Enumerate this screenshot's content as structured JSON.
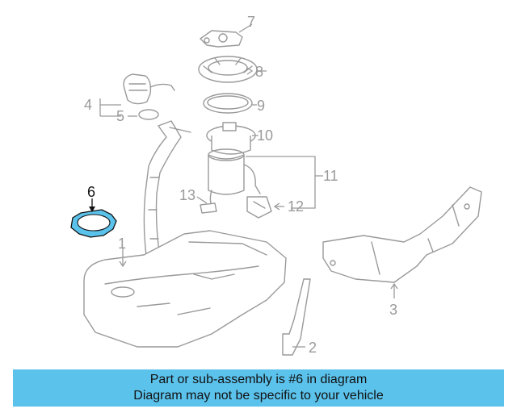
{
  "callouts": {
    "c1": "1",
    "c2": "2",
    "c3": "3",
    "c4": "4",
    "c5": "5",
    "c6": "6",
    "c7": "7",
    "c8": "8",
    "c9": "9",
    "c10": "10",
    "c11": "11",
    "c12": "12",
    "c13": "13"
  },
  "highlighted_part": "6",
  "colors": {
    "highlight": "#5bc2ec",
    "parts": "#9a9a9a",
    "text_active": "#111111"
  },
  "banner": {
    "line1": "Part or sub-assembly is #6 in diagram",
    "line2": "Diagram may not be specific to your vehicle"
  }
}
